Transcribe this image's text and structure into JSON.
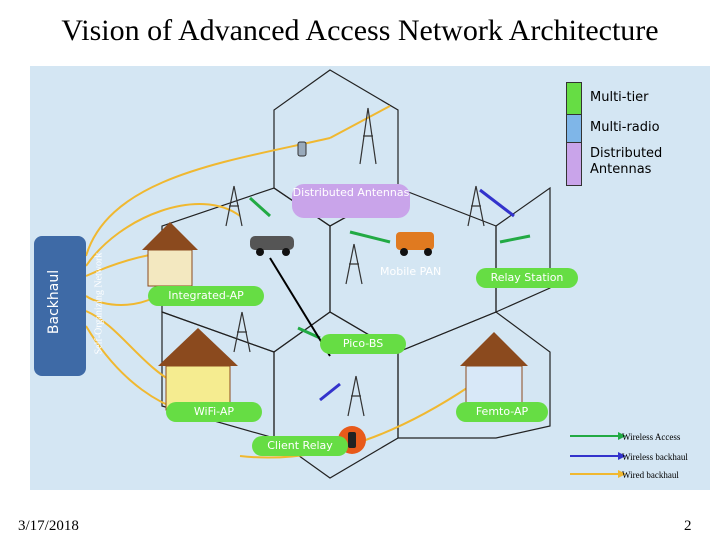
{
  "title": "Vision of Advanced Access Network Architecture",
  "legend": [
    {
      "label": "Multi-tier",
      "color": "#66dd44"
    },
    {
      "label": "Multi-radio",
      "color": "#7fb6e8"
    },
    {
      "label": "Distributed Antennas",
      "color": "#c9a4ea"
    }
  ],
  "backhaul": {
    "title": "Backhaul",
    "subtitle": "Self-Organizing Network"
  },
  "bubbles": {
    "distributed_antennas": "Distributed Antennas",
    "mobile_pan": "Mobile PAN",
    "relay_station": "Relay Station",
    "integrated_ap": "Integrated-AP",
    "pico_bs": "Pico-BS",
    "wifi_ap": "WiFi-AP",
    "femto_ap": "Femto-AP",
    "client_relay": "Client Relay"
  },
  "link_legend": [
    {
      "label": "Wireless Access",
      "color": "#22aa44"
    },
    {
      "label": "Wireless backhaul",
      "color": "#3333cc"
    },
    {
      "label": "Wired backhaul",
      "color": "#f0b830"
    }
  ],
  "footer": {
    "date": "3/17/2018",
    "page": "2"
  }
}
